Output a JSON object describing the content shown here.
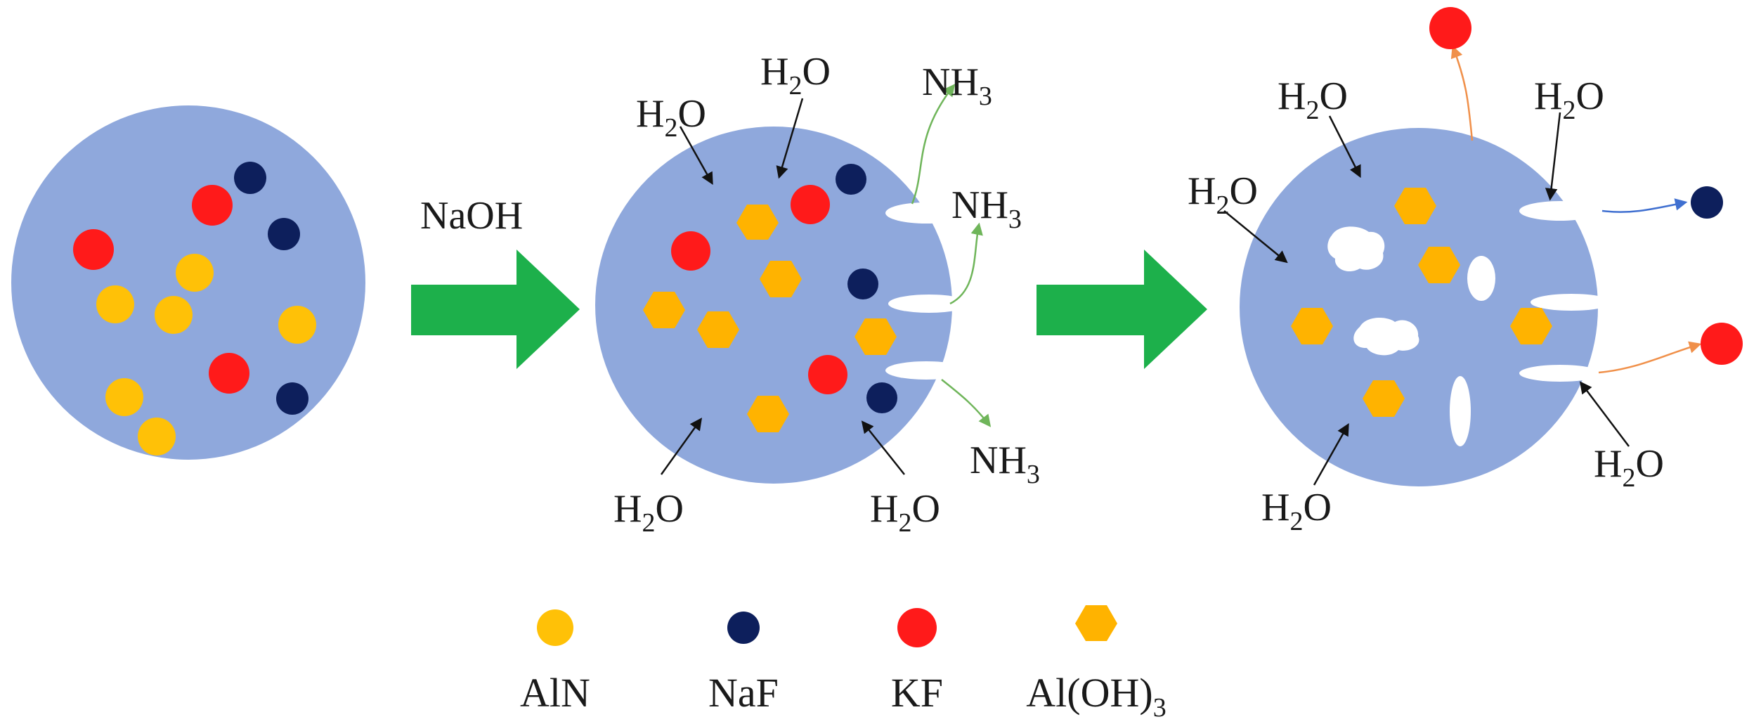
{
  "colors": {
    "particle": "#8FA8DC",
    "aln": "#FFC107",
    "naf": "#0D1F5C",
    "kf": "#FF1A1A",
    "aloh3": "#FFB300",
    "arrow_main": "#1DB04B",
    "arrow_black": "#111111",
    "arrow_green": "#6FB55A",
    "arrow_orange": "#F0904A",
    "arrow_blue": "#3F6FD0"
  },
  "reagent": {
    "label": "NaOH"
  },
  "molecules": {
    "water": {
      "main": "H",
      "sub": "2",
      "tail": "O"
    },
    "ammonia": {
      "main": "NH",
      "sub": "3"
    }
  },
  "legend": [
    {
      "label": "AlN",
      "shape": "circle",
      "color": "#FFC107"
    },
    {
      "label": "NaF",
      "shape": "circle",
      "color": "#0D1F5C"
    },
    {
      "label": "KF",
      "shape": "circle",
      "color": "#FF1A1A"
    },
    {
      "label_main": "Al(OH)",
      "label_sub": "3",
      "shape": "hexagon",
      "color": "#FFB300"
    }
  ]
}
